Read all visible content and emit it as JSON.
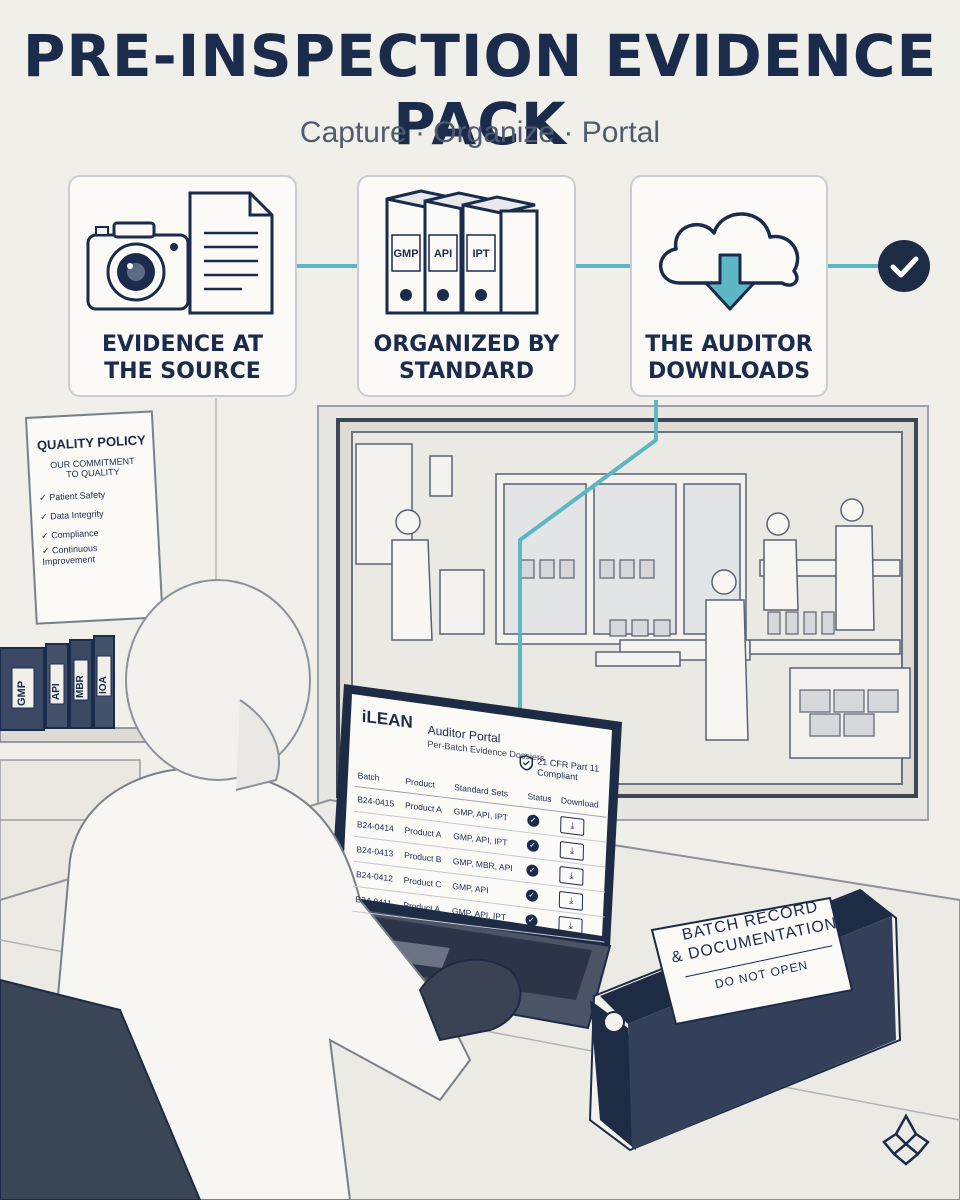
{
  "header": {
    "title": "PRE-INSPECTION EVIDENCE PACK",
    "subtitle": "Capture · Organize · Portal"
  },
  "steps": [
    {
      "label": "EVIDENCE AT\nTHE SOURCE",
      "icon": "camera-document-icon"
    },
    {
      "label": "ORGANIZED BY\nSTANDARD",
      "icon": "binders-icon",
      "binders": [
        "GMP",
        "API",
        "IPT"
      ]
    },
    {
      "label": "THE AUDITOR\nDOWNLOADS",
      "icon": "cloud-download-icon"
    }
  ],
  "policy_poster": {
    "title": "QUALITY POLICY",
    "commitment": "OUR COMMITMENT\nTO QUALITY",
    "items": [
      "Patient Safety",
      "Data Integrity",
      "Compliance",
      "Continuous\nImprovement"
    ]
  },
  "shelf_binders": [
    "GMP",
    "API",
    "MBR",
    "IOA"
  ],
  "portal": {
    "brand": "iLEAN",
    "title": "Auditor Portal",
    "subtitle": "Per-Batch Evidence Dossiers",
    "compliance": "21 CFR Part 11\nCompliant",
    "columns": [
      "Batch",
      "Product",
      "Standard Sets",
      "Status",
      "Download"
    ],
    "rows": [
      {
        "batch": "B24-0415",
        "product": "Product A",
        "sets": "GMP, API, IPT"
      },
      {
        "batch": "B24-0414",
        "product": "Product A",
        "sets": "GMP, API, IPT"
      },
      {
        "batch": "B24-0413",
        "product": "Product B",
        "sets": "GMP, MBR, API"
      },
      {
        "batch": "B24-0412",
        "product": "Product C",
        "sets": "GMP, API"
      },
      {
        "batch": "B24-0411",
        "product": "Product A",
        "sets": "GMP, API, IPT"
      }
    ]
  },
  "binder": {
    "label": "BATCH RECORD\n& DOCUMENTATION",
    "warning": "DO NOT OPEN"
  },
  "colors": {
    "navy": "#1a2b4c",
    "teal": "#5cb6c3",
    "paper": "#f1efe9"
  }
}
